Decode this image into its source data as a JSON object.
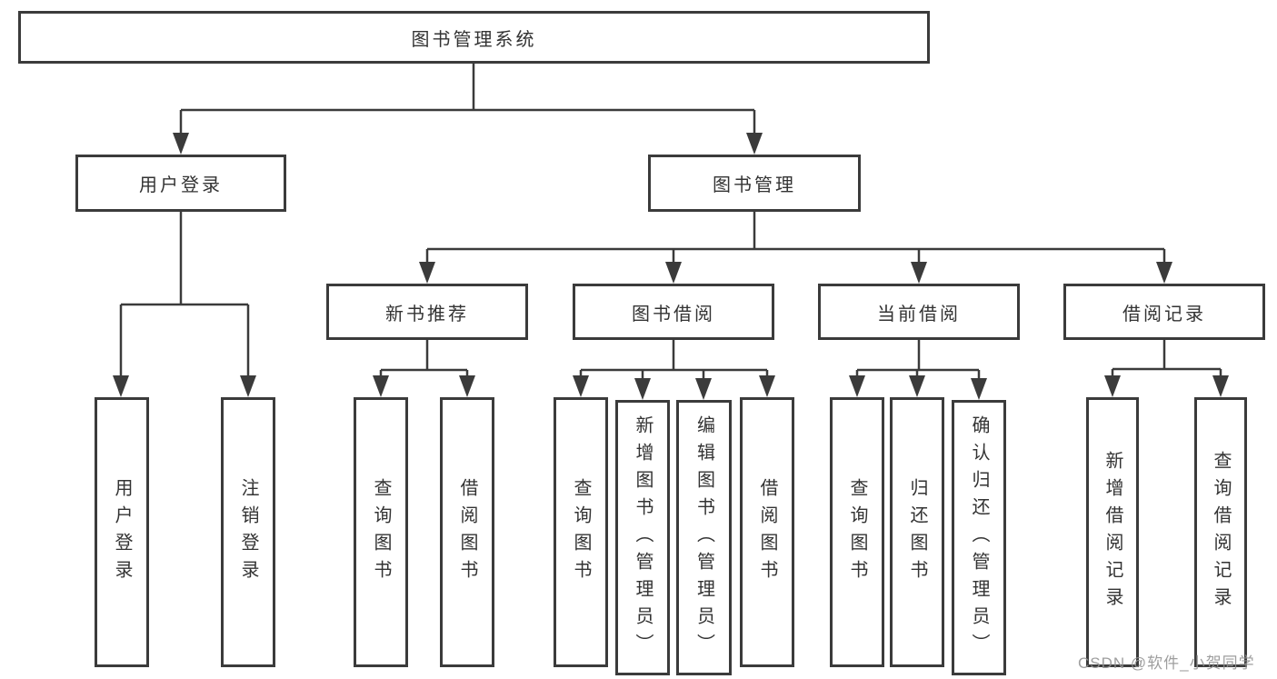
{
  "diagram": {
    "type": "hierarchy-tree",
    "root": {
      "label": "图书管理系统"
    },
    "level2": [
      {
        "label": "用户登录",
        "parent": "图书管理系统"
      },
      {
        "label": "图书管理",
        "parent": "图书管理系统"
      }
    ],
    "level3": [
      {
        "label": "新书推荐",
        "parent": "图书管理"
      },
      {
        "label": "图书借阅",
        "parent": "图书管理"
      },
      {
        "label": "当前借阅",
        "parent": "图书管理"
      },
      {
        "label": "借阅记录",
        "parent": "图书管理"
      }
    ],
    "leaves": [
      {
        "label": "用户登录",
        "parent": "用户登录"
      },
      {
        "label": "注销登录",
        "parent": "用户登录"
      },
      {
        "label": "查询图书",
        "parent": "新书推荐"
      },
      {
        "label": "借阅图书",
        "parent": "新书推荐"
      },
      {
        "label": "查询图书",
        "parent": "图书借阅"
      },
      {
        "label": "新增图书（管理员）",
        "parent": "图书借阅"
      },
      {
        "label": "编辑图书（管理员）",
        "parent": "图书借阅"
      },
      {
        "label": "借阅图书",
        "parent": "图书借阅"
      },
      {
        "label": "查询图书",
        "parent": "当前借阅"
      },
      {
        "label": "归还图书",
        "parent": "当前借阅"
      },
      {
        "label": "确认归还（管理员）",
        "parent": "当前借阅"
      },
      {
        "label": "新增借阅记录",
        "parent": "借阅记录"
      },
      {
        "label": "查询借阅记录",
        "parent": "借阅记录"
      }
    ]
  },
  "watermark": {
    "text": "CSDN @软件_小贺同学"
  },
  "colors": {
    "line": "#3b3b3b",
    "text": "#333333",
    "watermark": "#949494",
    "background": "#ffffff"
  }
}
